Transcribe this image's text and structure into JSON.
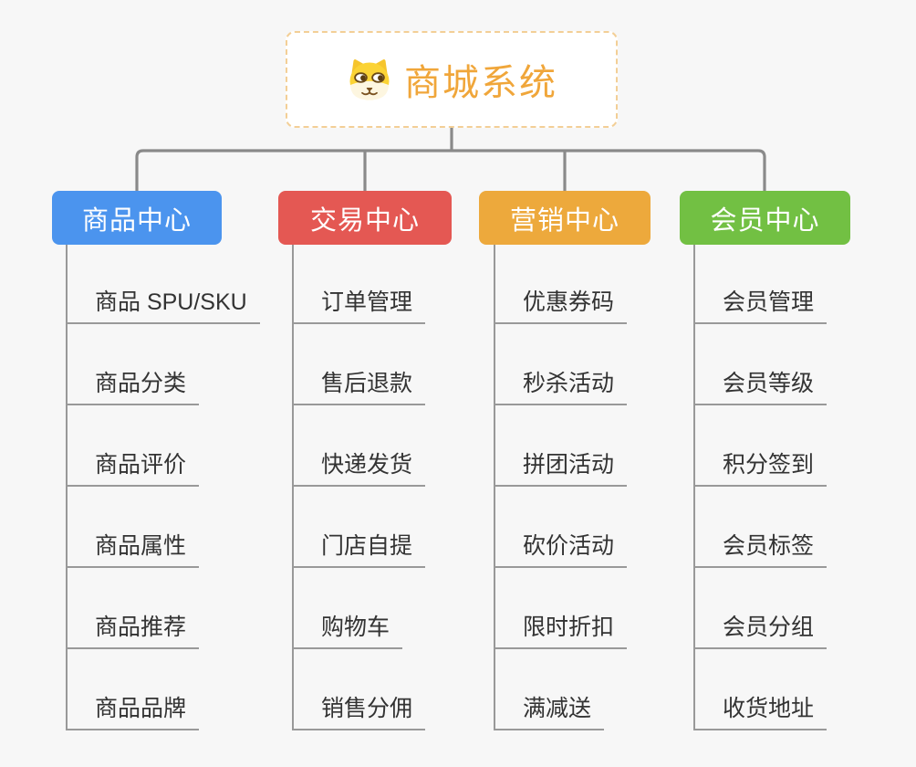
{
  "app": {
    "type": "mindmap-canvas",
    "background_color": "#f7f7f7",
    "connector_color": "#8a8a8a",
    "leaf_line_color": "#999999"
  },
  "root": {
    "title": "商城系统",
    "icon": "dog-face-icon",
    "text_color": "#f0a63a",
    "border_color": "#f3cf96",
    "background": "#ffffff"
  },
  "branches": [
    {
      "label": "商品中心",
      "color": "#4b94ee",
      "items": [
        "商品 SPU/SKU",
        "商品分类",
        "商品评价",
        "商品属性",
        "商品推荐",
        "商品品牌"
      ]
    },
    {
      "label": "交易中心",
      "color": "#e45853",
      "items": [
        "订单管理",
        "售后退款",
        "快递发货",
        "门店自提",
        "购物车",
        "销售分佣"
      ]
    },
    {
      "label": "营销中心",
      "color": "#eda93c",
      "items": [
        "优惠券码",
        "秒杀活动",
        "拼团活动",
        "砍价活动",
        "限时折扣",
        "满减送"
      ]
    },
    {
      "label": "会员中心",
      "color": "#72c043",
      "items": [
        "会员管理",
        "会员等级",
        "积分签到",
        "会员标签",
        "会员分组",
        "收货地址"
      ]
    }
  ]
}
